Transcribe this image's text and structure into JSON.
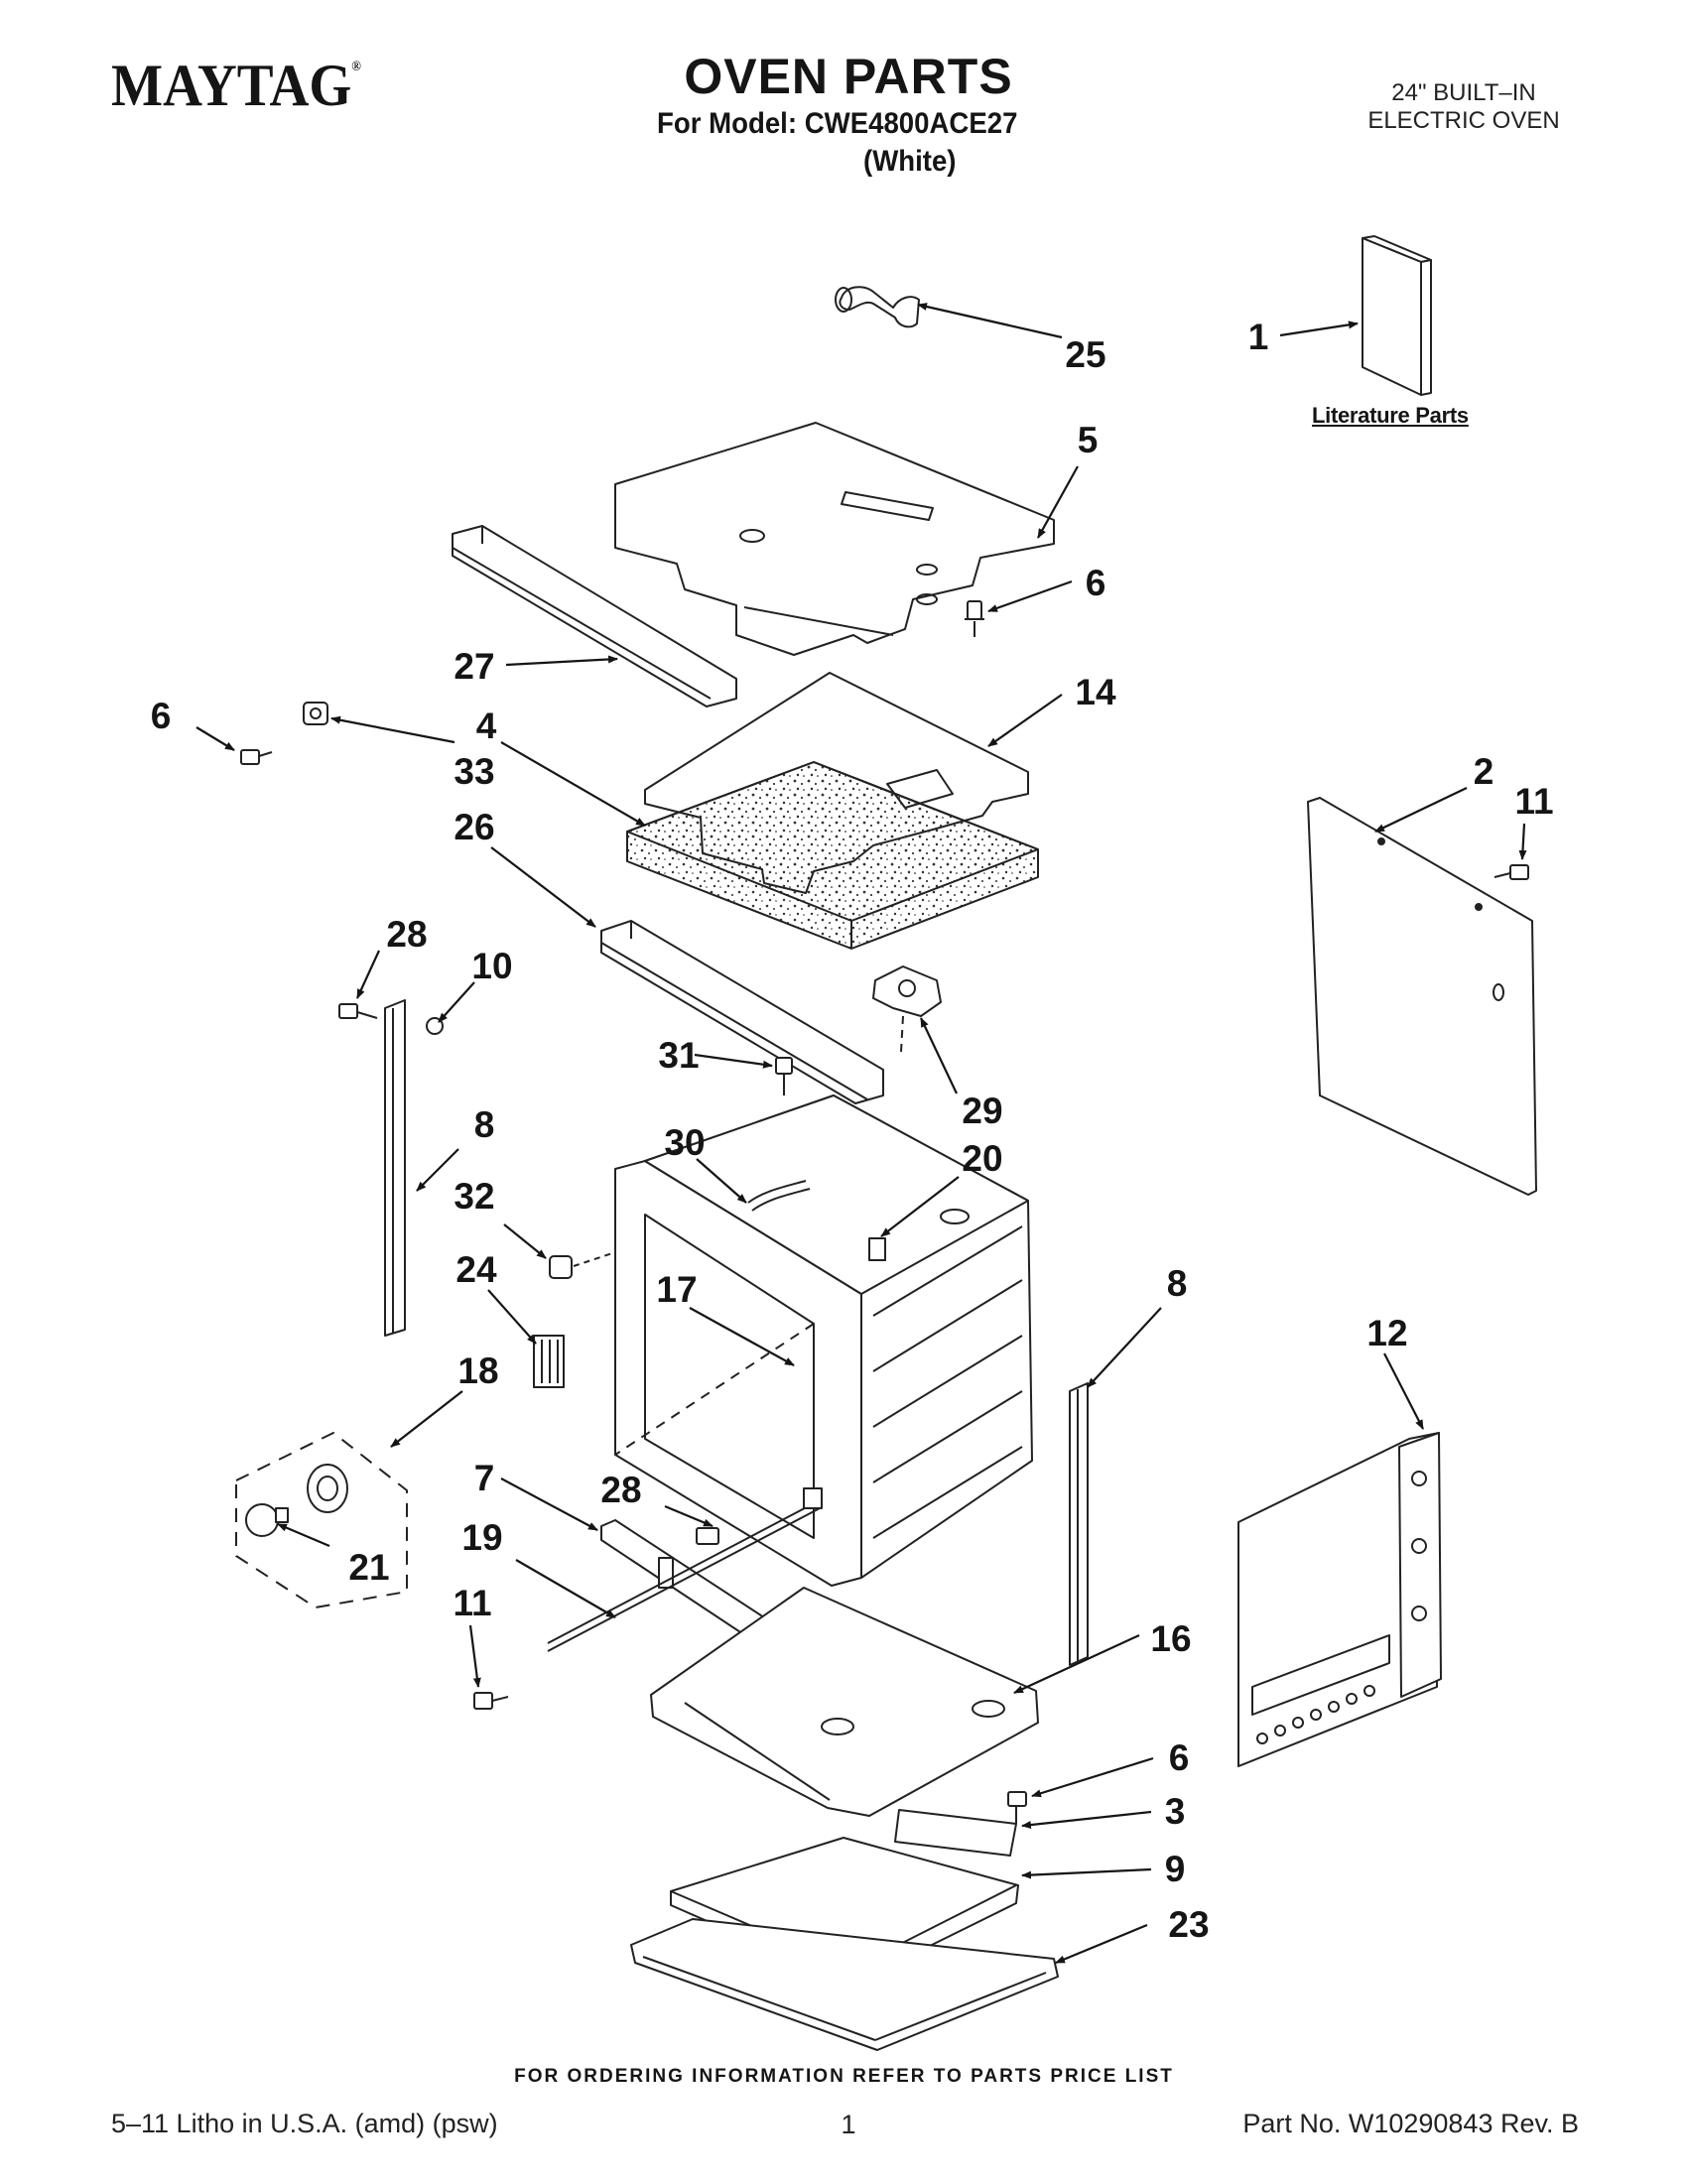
{
  "header": {
    "brand": "MAYTAG",
    "brand_mark": "®",
    "title": "OVEN PARTS",
    "model_line": "For Model: CWE4800ACE27",
    "model_color": "(White)",
    "product_type_line1": "24\" BUILT–IN",
    "product_type_line2": "ELECTRIC OVEN"
  },
  "diagram": {
    "literature_label": "Literature Parts",
    "callouts": {
      "c1": "1",
      "c2": "2",
      "c3": "3",
      "c4": "4",
      "c5": "5",
      "c6a": "6",
      "c6b": "6",
      "c6c": "6",
      "c7": "7",
      "c8a": "8",
      "c8b": "8",
      "c9": "9",
      "c10": "10",
      "c11a": "11",
      "c11b": "11",
      "c12": "12",
      "c14": "14",
      "c16": "16",
      "c17": "17",
      "c18": "18",
      "c19": "19",
      "c20": "20",
      "c21": "21",
      "c23": "23",
      "c24": "24",
      "c25": "25",
      "c26": "26",
      "c27": "27",
      "c28a": "28",
      "c28b": "28",
      "c29": "29",
      "c30": "30",
      "c31": "31",
      "c32": "32",
      "c33": "33"
    }
  },
  "footer": {
    "ordering_note": "FOR ORDERING INFORMATION REFER TO PARTS PRICE LIST",
    "litho": "5–11 Litho in U.S.A. (amd) (psw)",
    "page": "1",
    "part_no": "Part No. W10290843 Rev. B"
  }
}
